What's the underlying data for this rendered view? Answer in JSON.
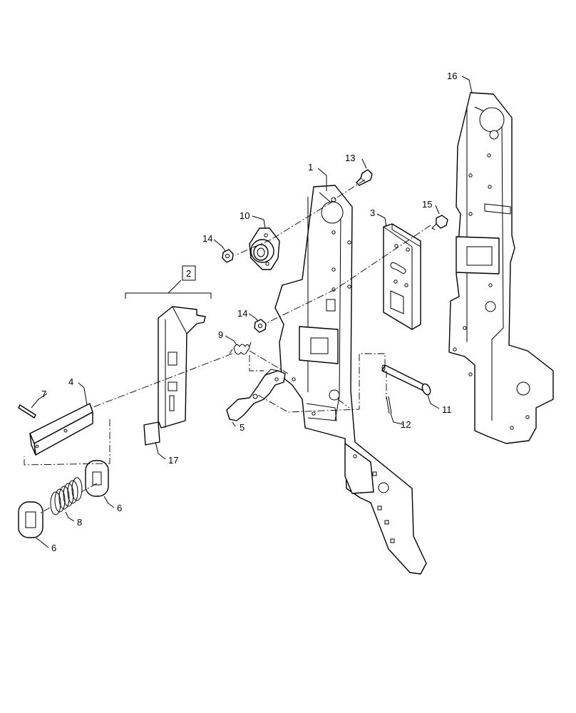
{
  "callouts": {
    "c1": "1",
    "c2": "2",
    "c3": "3",
    "c4": "4",
    "c5": "5",
    "c6a": "6",
    "c6b": "6",
    "c7": "7",
    "c8": "8",
    "c9": "9",
    "c10": "10",
    "c11": "11",
    "c12": "12",
    "c13": "13",
    "c14a": "14",
    "c14b": "14",
    "c15": "15",
    "c16": "16",
    "c17": "17"
  }
}
